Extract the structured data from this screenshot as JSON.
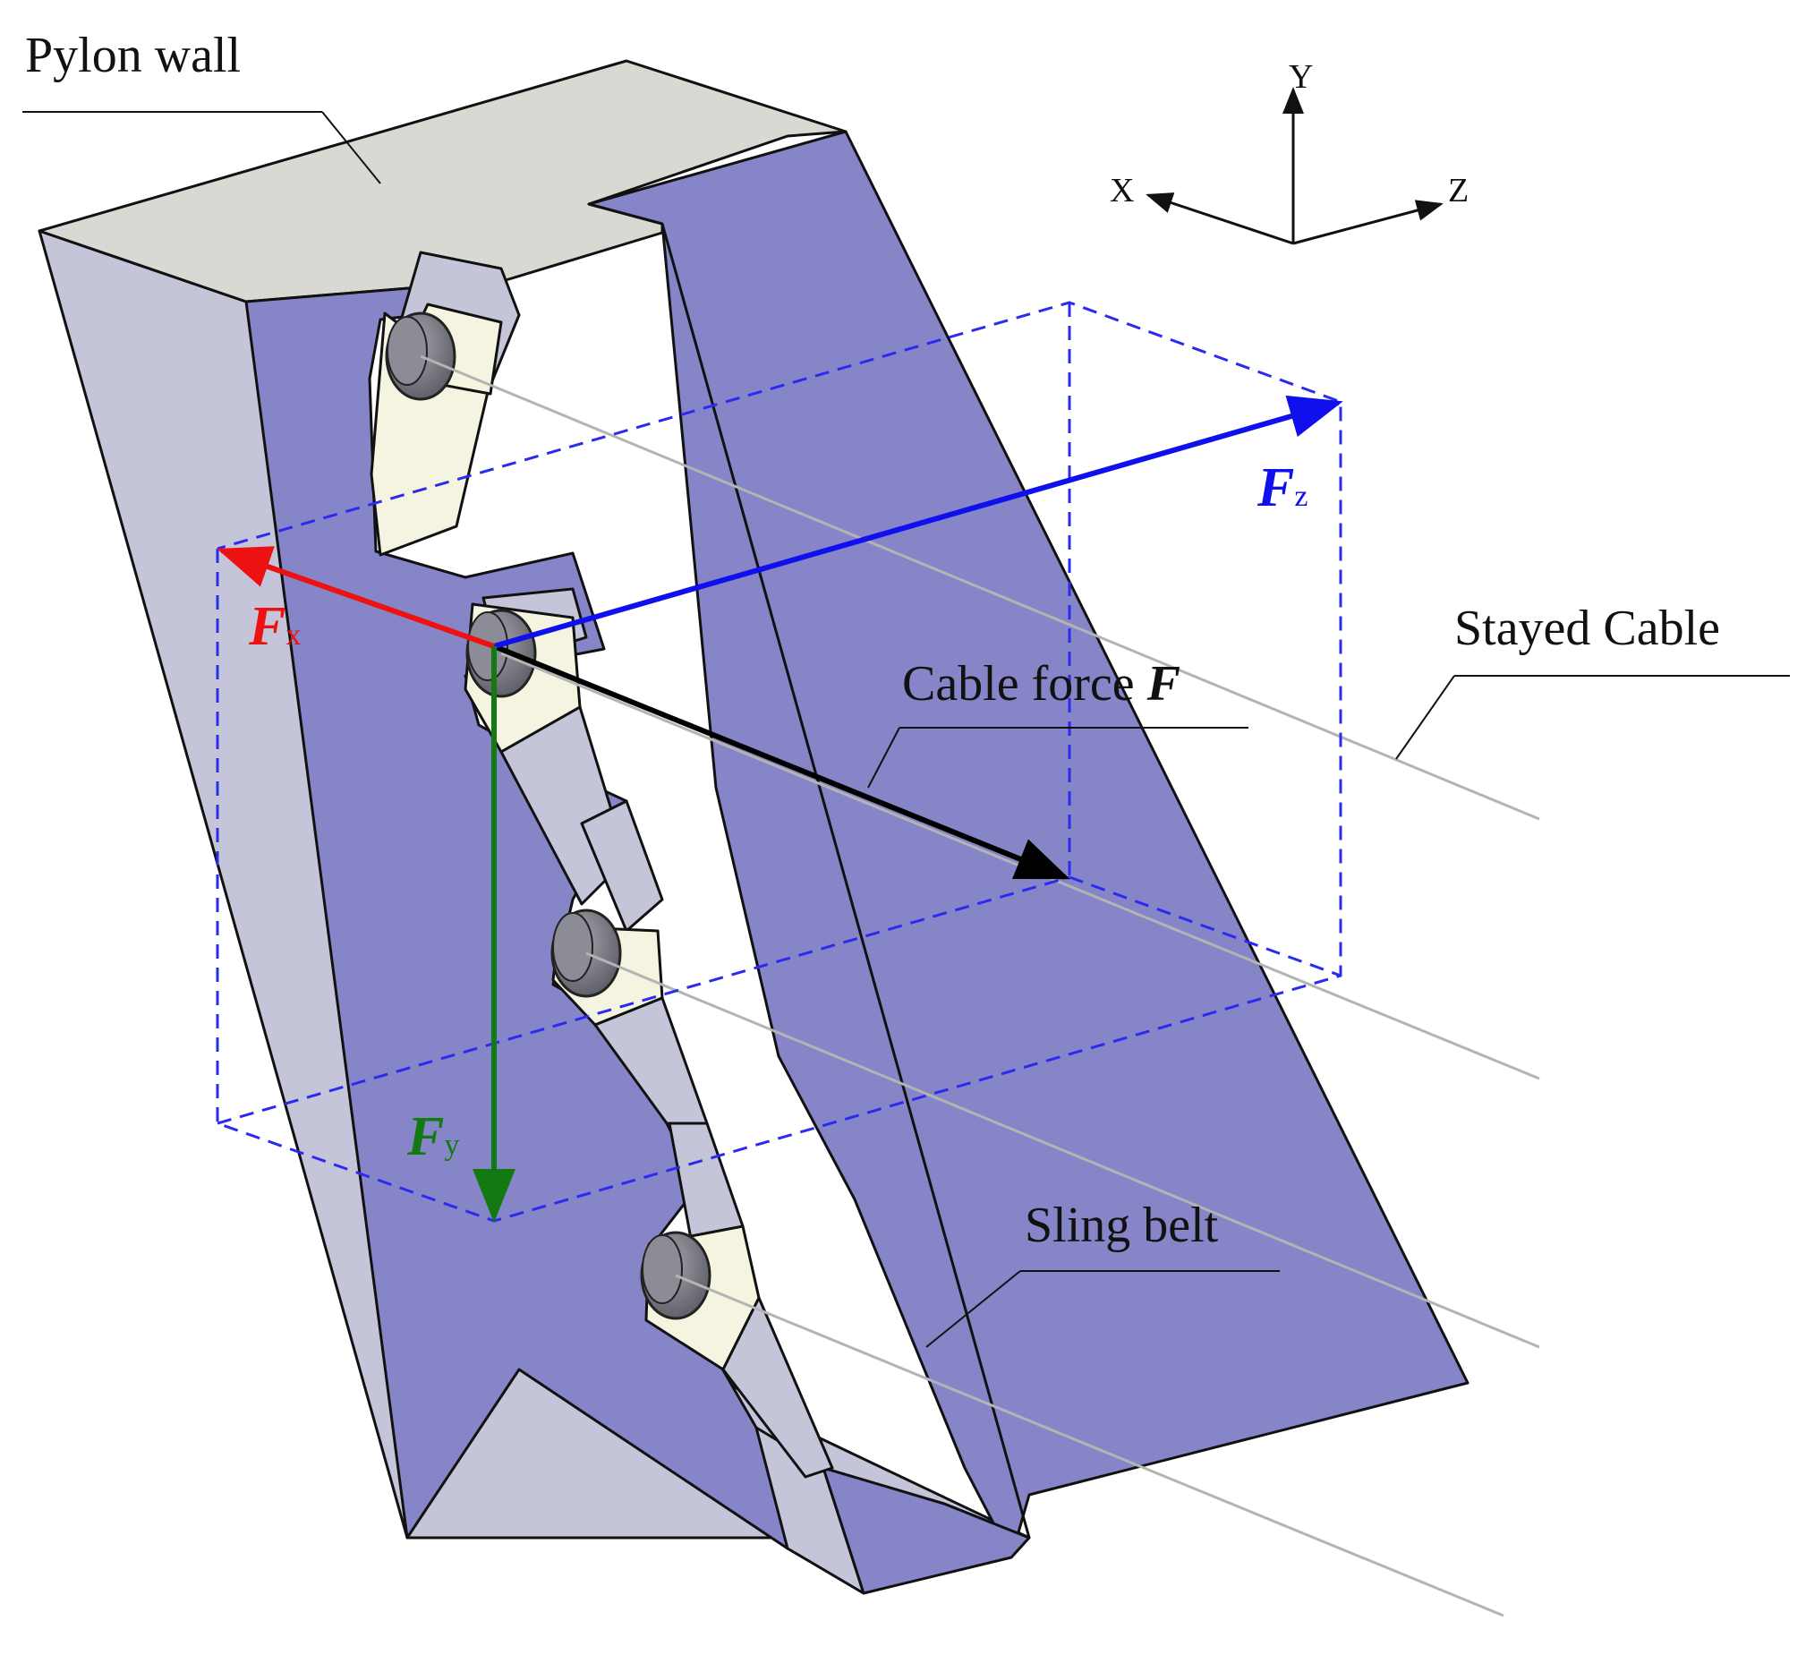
{
  "labels": {
    "pylon_wall": "Pylon wall",
    "stayed_cable": "Stayed Cable",
    "cable_force_text": "Cable force",
    "cable_force_symbol": "F",
    "sling_belt": "Sling belt"
  },
  "axes": {
    "x": "X",
    "y": "Y",
    "z": "Z"
  },
  "forces": {
    "fx": {
      "main": "F",
      "sub": "x"
    },
    "fy": {
      "main": "F",
      "sub": "y"
    },
    "fz": {
      "main": "F",
      "sub": "z"
    }
  },
  "colors": {
    "pylon_top": "#d9d9d4",
    "pylon_side": "#c5c5d9",
    "sling_face": "#8585c8",
    "anchor_block": "#f4f4e0",
    "fx": "#ee1111",
    "fy": "#137a13",
    "fz": "#1010ee",
    "cable_force": "#000000",
    "dashed_box": "#2b2bf0",
    "cable_line": "#b4b4b4"
  }
}
